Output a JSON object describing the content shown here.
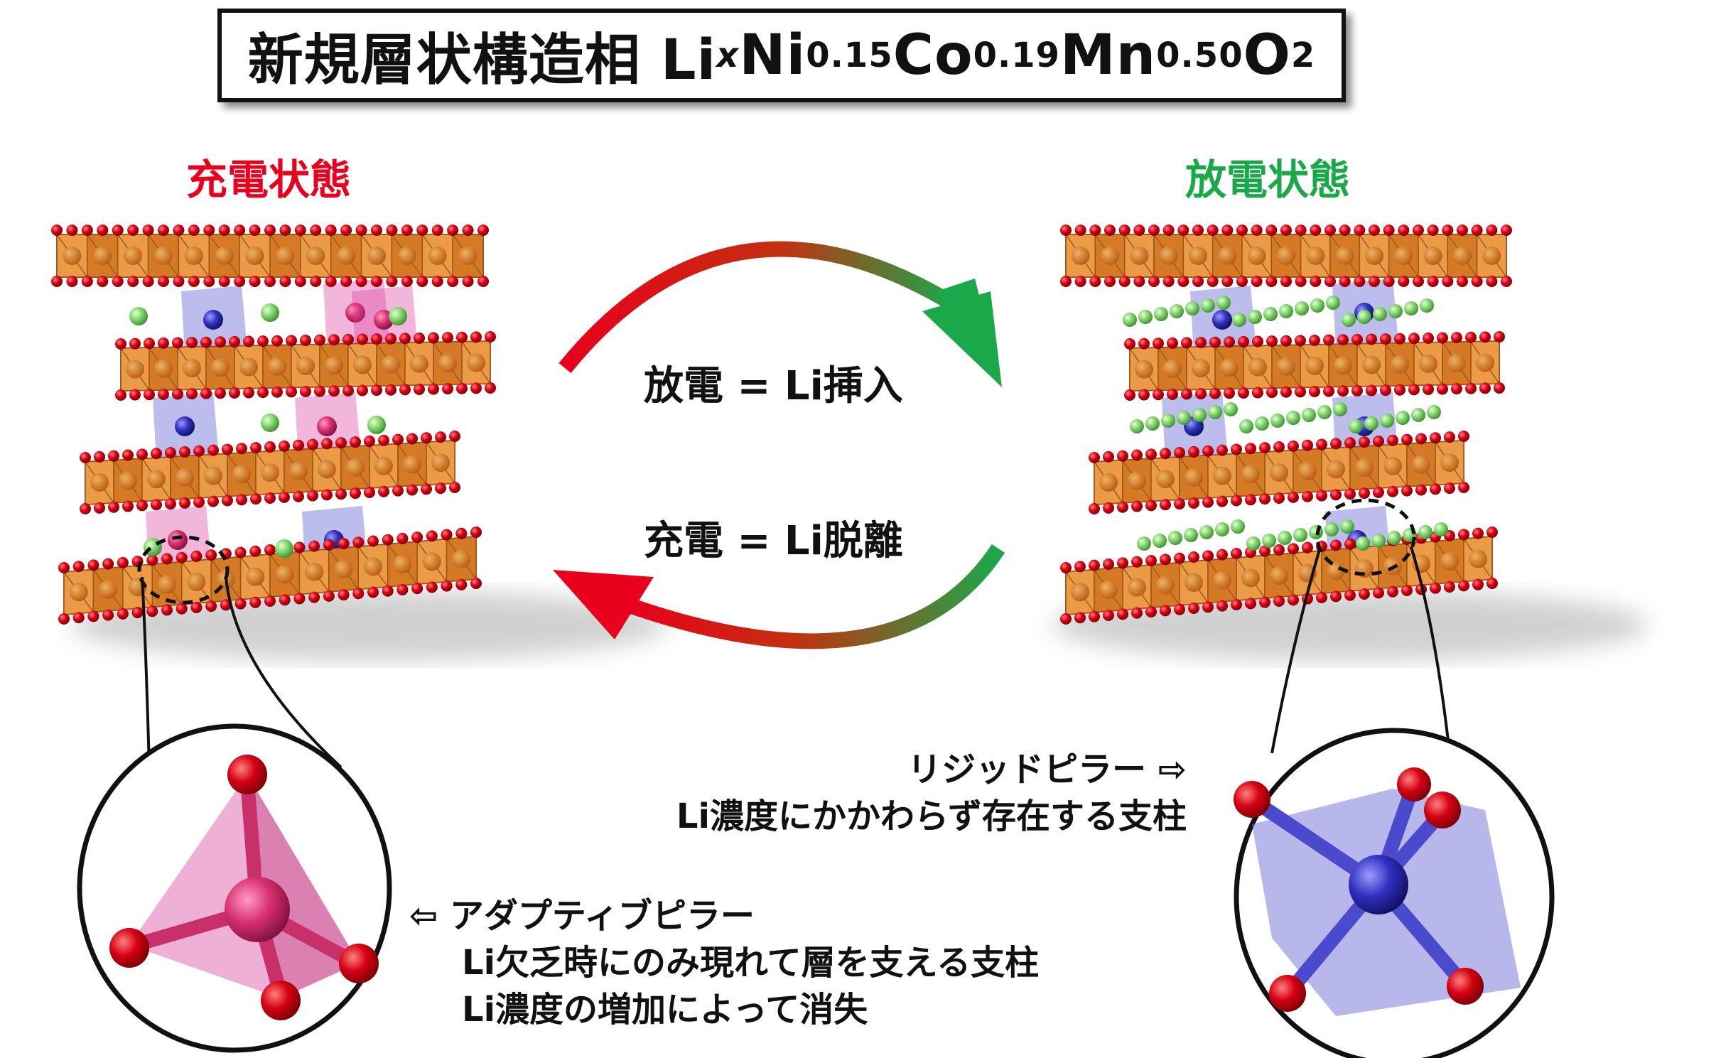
{
  "title": {
    "prefix": "新規層状構造相 Li",
    "x": "x",
    "ni": "Ni",
    "ni_sub": "0.15",
    "co": "Co",
    "co_sub": "0.19",
    "mn": "Mn",
    "mn_sub": "0.50",
    "o": "O",
    "o_sub": "2"
  },
  "states": {
    "charged": "充電状態",
    "discharged": "放電状態"
  },
  "arrows": {
    "discharge": "放電 = Li挿入",
    "charge": "充電 = Li脱離"
  },
  "rigid_pillar": {
    "line1": "リジッドピラー ⇨",
    "line2": "Li濃度にかかわらず存在する支柱"
  },
  "adaptive_pillar": {
    "line1": "⇦  アダプティブピラー",
    "line2": "Li欠乏時にのみ現れて層を支える支柱",
    "line3": "Li濃度の増加によって消失"
  },
  "colors": {
    "charged": "#e8001c",
    "discharged": "#1aa84a",
    "layer": "#e08a33",
    "oxygen": "#d40012",
    "lithium": "#7fd36b",
    "tetra": "#e0357f",
    "octa": "#3c3cc8"
  }
}
